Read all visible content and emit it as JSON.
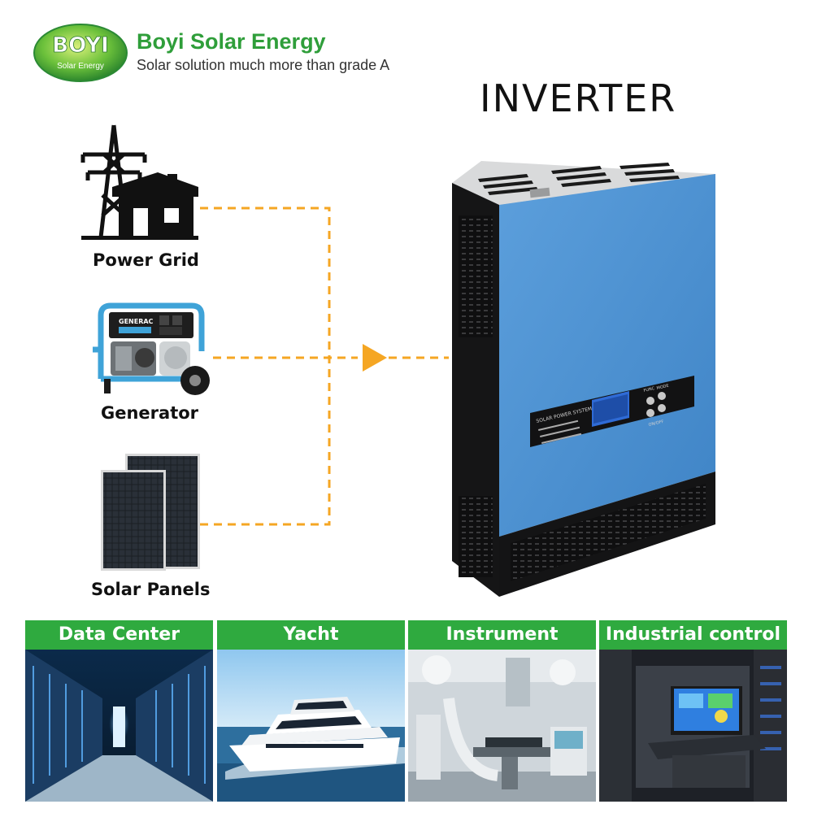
{
  "brand": {
    "logo_text": "BOYI",
    "logo_subtext": "Solar Energy",
    "name": "Boyi Solar Energy",
    "tagline": "Solar solution much more than grade A",
    "green": "#2f9e3a"
  },
  "title": "INVERTER",
  "sources": [
    {
      "label": "Power Grid",
      "icon": "power-grid-icon"
    },
    {
      "label": "Generator",
      "icon": "generator-image"
    },
    {
      "label": "Solar Panels",
      "icon": "solar-panels-image"
    }
  ],
  "connector_color": "#f5a623",
  "device": {
    "panel_title": "SOLAR POWER SYSTEM",
    "button_labels": [
      "FUNC",
      "MODE",
      "ON/OFF"
    ],
    "body_color": "#4a8fd1"
  },
  "applications": [
    {
      "label": "Data Center"
    },
    {
      "label": "Yacht"
    },
    {
      "label": "Instrument"
    },
    {
      "label": "Industrial control"
    }
  ],
  "header_color": "#2faa3f"
}
